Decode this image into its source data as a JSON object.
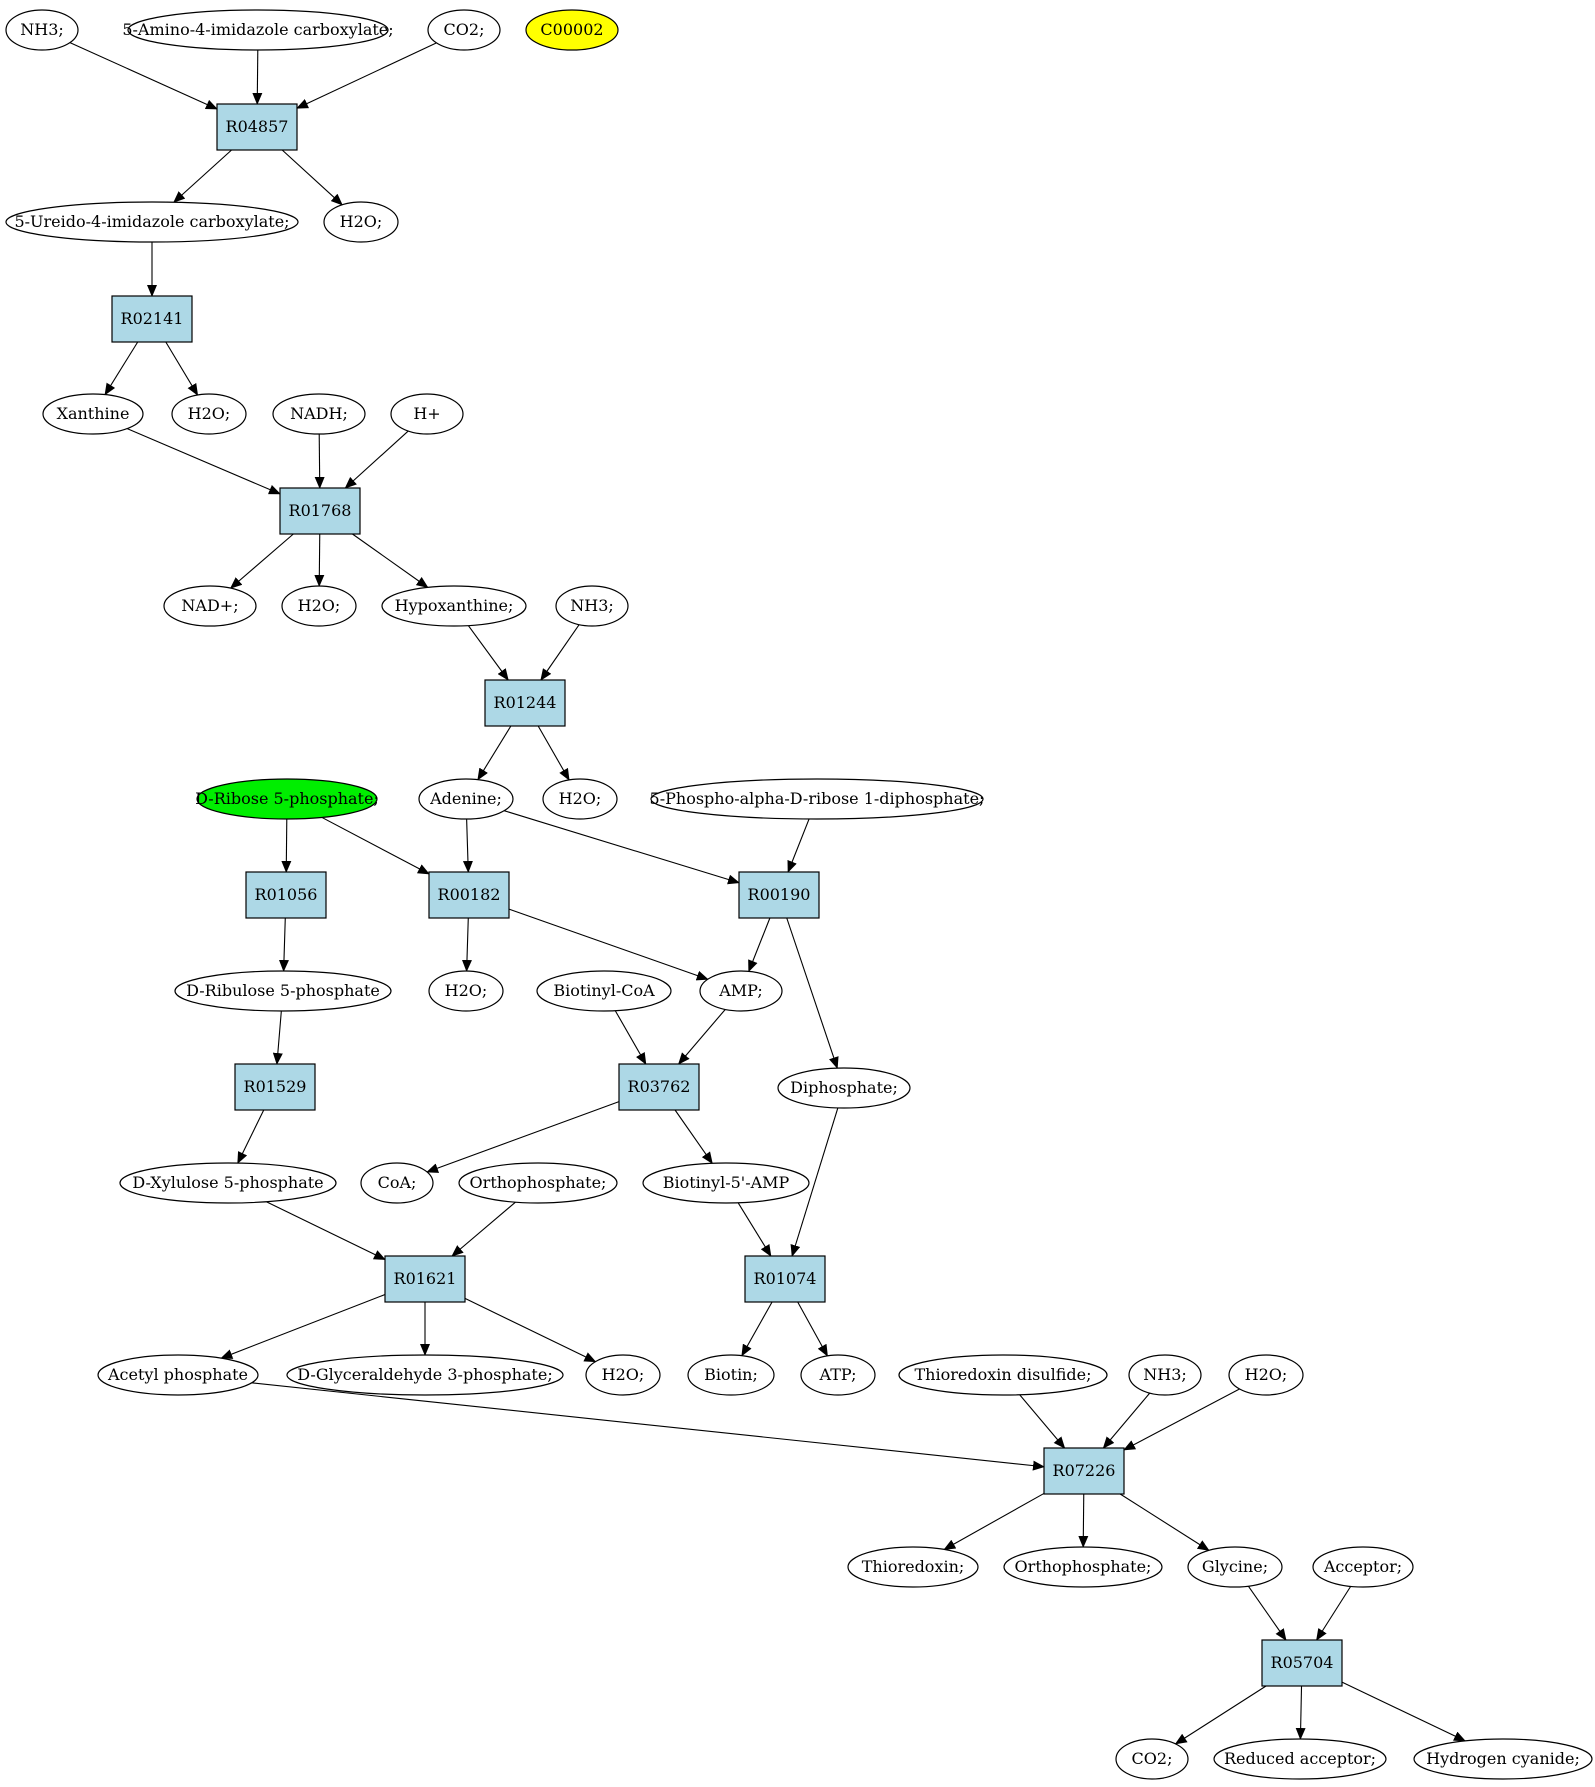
{
  "colors": {
    "reaction_fill": "#add8e6",
    "compound_fill": "#ffffff",
    "highlight_yellow": "#ffff00",
    "highlight_green": "#00ee00",
    "stroke": "#000000"
  },
  "nodes": [
    {
      "id": "nh3_a",
      "label": "NH3;",
      "kind": "compound"
    },
    {
      "id": "amino_imid",
      "label": "5-Amino-4-imidazole carboxylate;",
      "kind": "compound"
    },
    {
      "id": "co2_a",
      "label": "CO2;",
      "kind": "compound"
    },
    {
      "id": "c00002",
      "label": "C00002",
      "kind": "compound",
      "fill": "#ffff00"
    },
    {
      "id": "R04857",
      "label": "R04857",
      "kind": "reaction"
    },
    {
      "id": "ureido_imid",
      "label": "5-Ureido-4-imidazole carboxylate;",
      "kind": "compound"
    },
    {
      "id": "h2o_a",
      "label": "H2O;",
      "kind": "compound"
    },
    {
      "id": "R02141",
      "label": "R02141",
      "kind": "reaction"
    },
    {
      "id": "xanthine",
      "label": "Xanthine",
      "kind": "compound"
    },
    {
      "id": "h2o_b",
      "label": "H2O;",
      "kind": "compound"
    },
    {
      "id": "nadh",
      "label": "NADH;",
      "kind": "compound"
    },
    {
      "id": "hplus",
      "label": "H+",
      "kind": "compound"
    },
    {
      "id": "R01768",
      "label": "R01768",
      "kind": "reaction"
    },
    {
      "id": "nadplus",
      "label": "NAD+;",
      "kind": "compound"
    },
    {
      "id": "h2o_c",
      "label": "H2O;",
      "kind": "compound"
    },
    {
      "id": "hypoxanthine",
      "label": "Hypoxanthine;",
      "kind": "compound"
    },
    {
      "id": "nh3_b",
      "label": "NH3;",
      "kind": "compound"
    },
    {
      "id": "R01244",
      "label": "R01244",
      "kind": "reaction"
    },
    {
      "id": "ribose5p",
      "label": "D-Ribose 5-phosphate;",
      "kind": "compound",
      "fill": "#00ee00"
    },
    {
      "id": "adenine",
      "label": "Adenine;",
      "kind": "compound"
    },
    {
      "id": "h2o_d",
      "label": "H2O;",
      "kind": "compound"
    },
    {
      "id": "prpp",
      "label": "5-Phospho-alpha-D-ribose 1-diphosphate;",
      "kind": "compound"
    },
    {
      "id": "R01056",
      "label": "R01056",
      "kind": "reaction"
    },
    {
      "id": "R00182",
      "label": "R00182",
      "kind": "reaction"
    },
    {
      "id": "R00190",
      "label": "R00190",
      "kind": "reaction"
    },
    {
      "id": "ribulose5p",
      "label": "D-Ribulose 5-phosphate",
      "kind": "compound"
    },
    {
      "id": "h2o_e",
      "label": "H2O;",
      "kind": "compound"
    },
    {
      "id": "biotinylcoa",
      "label": "Biotinyl-CoA",
      "kind": "compound"
    },
    {
      "id": "amp",
      "label": "AMP;",
      "kind": "compound"
    },
    {
      "id": "R01529",
      "label": "R01529",
      "kind": "reaction"
    },
    {
      "id": "R03762",
      "label": "R03762",
      "kind": "reaction"
    },
    {
      "id": "diphosphate",
      "label": "Diphosphate;",
      "kind": "compound"
    },
    {
      "id": "xylulose5p",
      "label": "D-Xylulose 5-phosphate",
      "kind": "compound"
    },
    {
      "id": "coa",
      "label": "CoA;",
      "kind": "compound"
    },
    {
      "id": "orthophos_a",
      "label": "Orthophosphate;",
      "kind": "compound"
    },
    {
      "id": "biotinylamp",
      "label": "Biotinyl-5'-AMP",
      "kind": "compound"
    },
    {
      "id": "R01621",
      "label": "R01621",
      "kind": "reaction"
    },
    {
      "id": "R01074",
      "label": "R01074",
      "kind": "reaction"
    },
    {
      "id": "acetylp",
      "label": "Acetyl phosphate",
      "kind": "compound"
    },
    {
      "id": "g3p",
      "label": "D-Glyceraldehyde 3-phosphate;",
      "kind": "compound"
    },
    {
      "id": "h2o_f",
      "label": "H2O;",
      "kind": "compound"
    },
    {
      "id": "biotin",
      "label": "Biotin;",
      "kind": "compound"
    },
    {
      "id": "atp",
      "label": "ATP;",
      "kind": "compound"
    },
    {
      "id": "thiodisulf",
      "label": "Thioredoxin disulfide;",
      "kind": "compound"
    },
    {
      "id": "nh3_c",
      "label": "NH3;",
      "kind": "compound"
    },
    {
      "id": "h2o_g",
      "label": "H2O;",
      "kind": "compound"
    },
    {
      "id": "R07226",
      "label": "R07226",
      "kind": "reaction"
    },
    {
      "id": "thioredoxin",
      "label": "Thioredoxin;",
      "kind": "compound"
    },
    {
      "id": "orthophos_b",
      "label": "Orthophosphate;",
      "kind": "compound"
    },
    {
      "id": "glycine",
      "label": "Glycine;",
      "kind": "compound"
    },
    {
      "id": "acceptor",
      "label": "Acceptor;",
      "kind": "compound"
    },
    {
      "id": "R05704",
      "label": "R05704",
      "kind": "reaction"
    },
    {
      "id": "co2_b",
      "label": "CO2;",
      "kind": "compound"
    },
    {
      "id": "redacceptor",
      "label": "Reduced acceptor;",
      "kind": "compound"
    },
    {
      "id": "hcn",
      "label": "Hydrogen cyanide;",
      "kind": "compound"
    }
  ],
  "edges": [
    [
      "nh3_a",
      "R04857"
    ],
    [
      "amino_imid",
      "R04857"
    ],
    [
      "co2_a",
      "R04857"
    ],
    [
      "R04857",
      "ureido_imid"
    ],
    [
      "R04857",
      "h2o_a"
    ],
    [
      "ureido_imid",
      "R02141"
    ],
    [
      "R02141",
      "xanthine"
    ],
    [
      "R02141",
      "h2o_b"
    ],
    [
      "xanthine",
      "R01768"
    ],
    [
      "nadh",
      "R01768"
    ],
    [
      "hplus",
      "R01768"
    ],
    [
      "R01768",
      "nadplus"
    ],
    [
      "R01768",
      "h2o_c"
    ],
    [
      "R01768",
      "hypoxanthine"
    ],
    [
      "hypoxanthine",
      "R01244"
    ],
    [
      "nh3_b",
      "R01244"
    ],
    [
      "R01244",
      "adenine"
    ],
    [
      "R01244",
      "h2o_d"
    ],
    [
      "ribose5p",
      "R01056"
    ],
    [
      "ribose5p",
      "R00182"
    ],
    [
      "adenine",
      "R00182"
    ],
    [
      "adenine",
      "R00190"
    ],
    [
      "prpp",
      "R00190"
    ],
    [
      "R01056",
      "ribulose5p"
    ],
    [
      "R00182",
      "h2o_e"
    ],
    [
      "R00182",
      "amp"
    ],
    [
      "R00190",
      "amp"
    ],
    [
      "R00190",
      "diphosphate"
    ],
    [
      "ribulose5p",
      "R01529"
    ],
    [
      "biotinylcoa",
      "R03762"
    ],
    [
      "amp",
      "R03762"
    ],
    [
      "R01529",
      "xylulose5p"
    ],
    [
      "R03762",
      "coa"
    ],
    [
      "R03762",
      "biotinylamp"
    ],
    [
      "xylulose5p",
      "R01621"
    ],
    [
      "orthophos_a",
      "R01621"
    ],
    [
      "biotinylamp",
      "R01074"
    ],
    [
      "diphosphate",
      "R01074"
    ],
    [
      "R01621",
      "acetylp"
    ],
    [
      "R01621",
      "g3p"
    ],
    [
      "R01621",
      "h2o_f"
    ],
    [
      "R01074",
      "biotin"
    ],
    [
      "R01074",
      "atp"
    ],
    [
      "acetylp",
      "R07226"
    ],
    [
      "thiodisulf",
      "R07226"
    ],
    [
      "nh3_c",
      "R07226"
    ],
    [
      "h2o_g",
      "R07226"
    ],
    [
      "R07226",
      "thioredoxin"
    ],
    [
      "R07226",
      "orthophos_b"
    ],
    [
      "R07226",
      "glycine"
    ],
    [
      "glycine",
      "R05704"
    ],
    [
      "acceptor",
      "R05704"
    ],
    [
      "R05704",
      "co2_b"
    ],
    [
      "R05704",
      "redacceptor"
    ],
    [
      "R05704",
      "hcn"
    ]
  ]
}
